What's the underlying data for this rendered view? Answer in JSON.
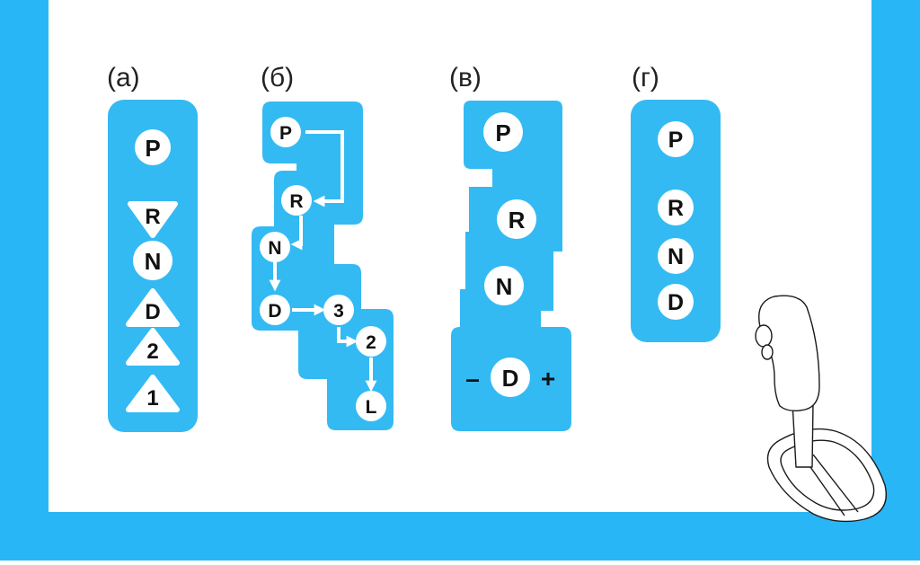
{
  "colors": {
    "frame": "#29b6f6",
    "panel": "#33baf3",
    "white": "#ffffff",
    "ink": "#111111"
  },
  "labels": {
    "a": "(а)",
    "b": "(б)",
    "c": "(в)",
    "d": "(г)"
  },
  "panel_a": {
    "p": "P",
    "r": "R",
    "n": "N",
    "d": "D",
    "two": "2",
    "one": "1"
  },
  "panel_b": {
    "p": "P",
    "r": "R",
    "n": "N",
    "d": "D",
    "three": "3",
    "two": "2",
    "l": "L"
  },
  "panel_c": {
    "p": "P",
    "r": "R",
    "n": "N",
    "d": "D",
    "minus": "–",
    "plus": "+"
  },
  "panel_d": {
    "p": "P",
    "r": "R",
    "n": "N",
    "d": "D"
  },
  "icons": {
    "shifter": "gear-shifter-icon",
    "arrow": "arrow-icon"
  }
}
